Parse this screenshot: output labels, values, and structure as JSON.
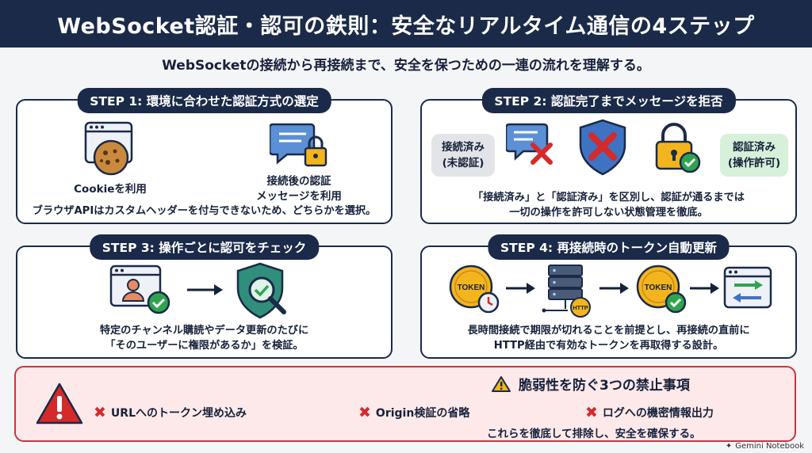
{
  "header": {
    "title": "WebSocket認証・認可の鉄則：安全なリアルタイム通信の4ステップ"
  },
  "subtitle": "WebSocketの接続から再接続まで、安全を保つための一連の流れを理解する。",
  "step1": {
    "title": "STEP 1: 環境に合わせた認証方式の選定",
    "option_cookie": "Cookieを利用",
    "option_message_l1": "接続後の認証",
    "option_message_l2": "メッセージを利用",
    "desc": "ブラウザAPIはカスタムヘッダーを付与できないため、どちらかを選択。"
  },
  "step2": {
    "title": "STEP 2: 認証完了までメッセージを拒否",
    "state_connected_l1": "接続済み",
    "state_connected_l2": "(未認証)",
    "state_auth_l1": "認証済み",
    "state_auth_l2": "(操作許可)",
    "desc_l1": "「接続済み」と「認証済み」を区別し、認証が通るまでは",
    "desc_l2": "一切の操作を許可しない状態管理を徹底。"
  },
  "step3": {
    "title": "STEP 3: 操作ごとに認可をチェック",
    "desc_l1": "特定のチャンネル購読やデータ更新のたびに",
    "desc_l2": "「そのユーザーに権限があるか」を検証。"
  },
  "step4": {
    "title": "STEP 4: 再接続時のトークン自動更新",
    "token_label": "TOKEN",
    "http_label": "HTTP",
    "desc_l1": "長時間接続で期限が切れることを前提とし、再接続の直前に",
    "desc_l2": "HTTP経由で有効なトークンを再取得する設計。"
  },
  "warning": {
    "title": "脆弱性を防ぐ3つの禁止事項",
    "items": [
      "URLへのトークン埋め込み",
      "Origin検証の省略",
      "ログへの機密情報出力"
    ],
    "footer": "これらを徹底して排除し、安全を確保する。"
  },
  "brand": "Gemini Notebook",
  "colors": {
    "navy": "#1b2a48",
    "danger": "#d42a2a",
    "success": "#2ea44f",
    "warning_bg": "#fde9ea",
    "gold": "#f2b51e"
  }
}
